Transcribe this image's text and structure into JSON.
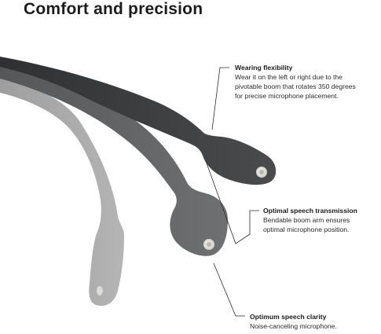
{
  "title": "Comfort and precision",
  "callouts": [
    {
      "heading": "Wearing flexibility",
      "description": "Wear it on the left or right due to the\npivotable boom that rotates 350 degrees\nfor precise microphone placement."
    },
    {
      "heading": "Optimal speech transmission",
      "description": "Bendable boom arm ensures\noptimal microphone position."
    },
    {
      "heading": "Optimum speech clarity",
      "description": "Noise-canceling microphone."
    }
  ],
  "colors": {
    "boom_dark": "#3a3b3d",
    "boom_mid": "#5d5e60",
    "boom_light": "#9a9a9a",
    "leader_line": "#2a2a2a"
  }
}
